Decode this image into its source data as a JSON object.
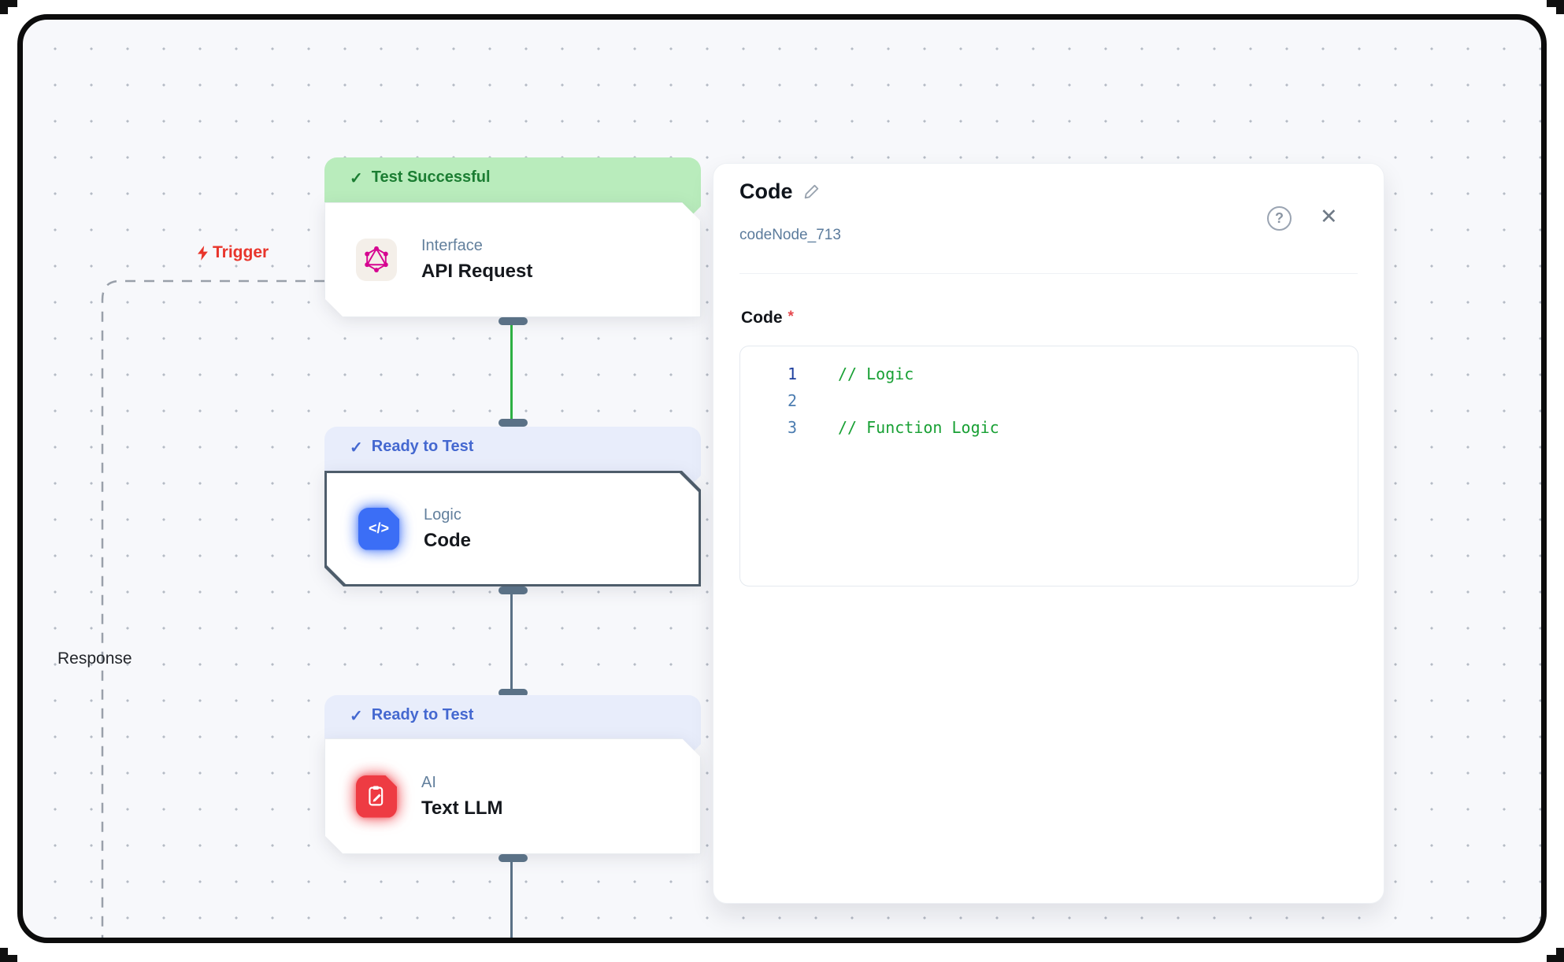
{
  "icons": {
    "check": "✓",
    "close": "✕",
    "help": "?",
    "code_glyph": "</>"
  },
  "canvas": {
    "trigger_label": "Trigger",
    "response_label": "Response",
    "nodes": [
      {
        "status": "Test Successful",
        "category": "Interface",
        "title": "API Request"
      },
      {
        "status": "Ready to Test",
        "category": "Logic",
        "title": "Code"
      },
      {
        "status": "Ready to Test",
        "category": "AI",
        "title": "Text LLM"
      }
    ]
  },
  "panel": {
    "title": "Code",
    "node_id": "codeNode_713",
    "field_label": "Code",
    "required_marker": "*",
    "code_lines": [
      {
        "num": "1",
        "text": "// Logic"
      },
      {
        "num": "2",
        "text": ""
      },
      {
        "num": "3",
        "text": "// Function Logic"
      }
    ]
  },
  "colors": {
    "badge_green_bg": "#b9ecbc",
    "badge_green_text": "#1b7d32",
    "badge_blue_bg": "#e8edfb",
    "badge_blue_text": "#4468d0",
    "trigger_red": "#e8352b",
    "connector_green": "#2eb043",
    "connector_slate": "#5a7186",
    "icon_blue": "#3b6ef6",
    "icon_red": "#ee3b43",
    "graphql_pink": "#d60590",
    "comment_green": "#18a034"
  }
}
